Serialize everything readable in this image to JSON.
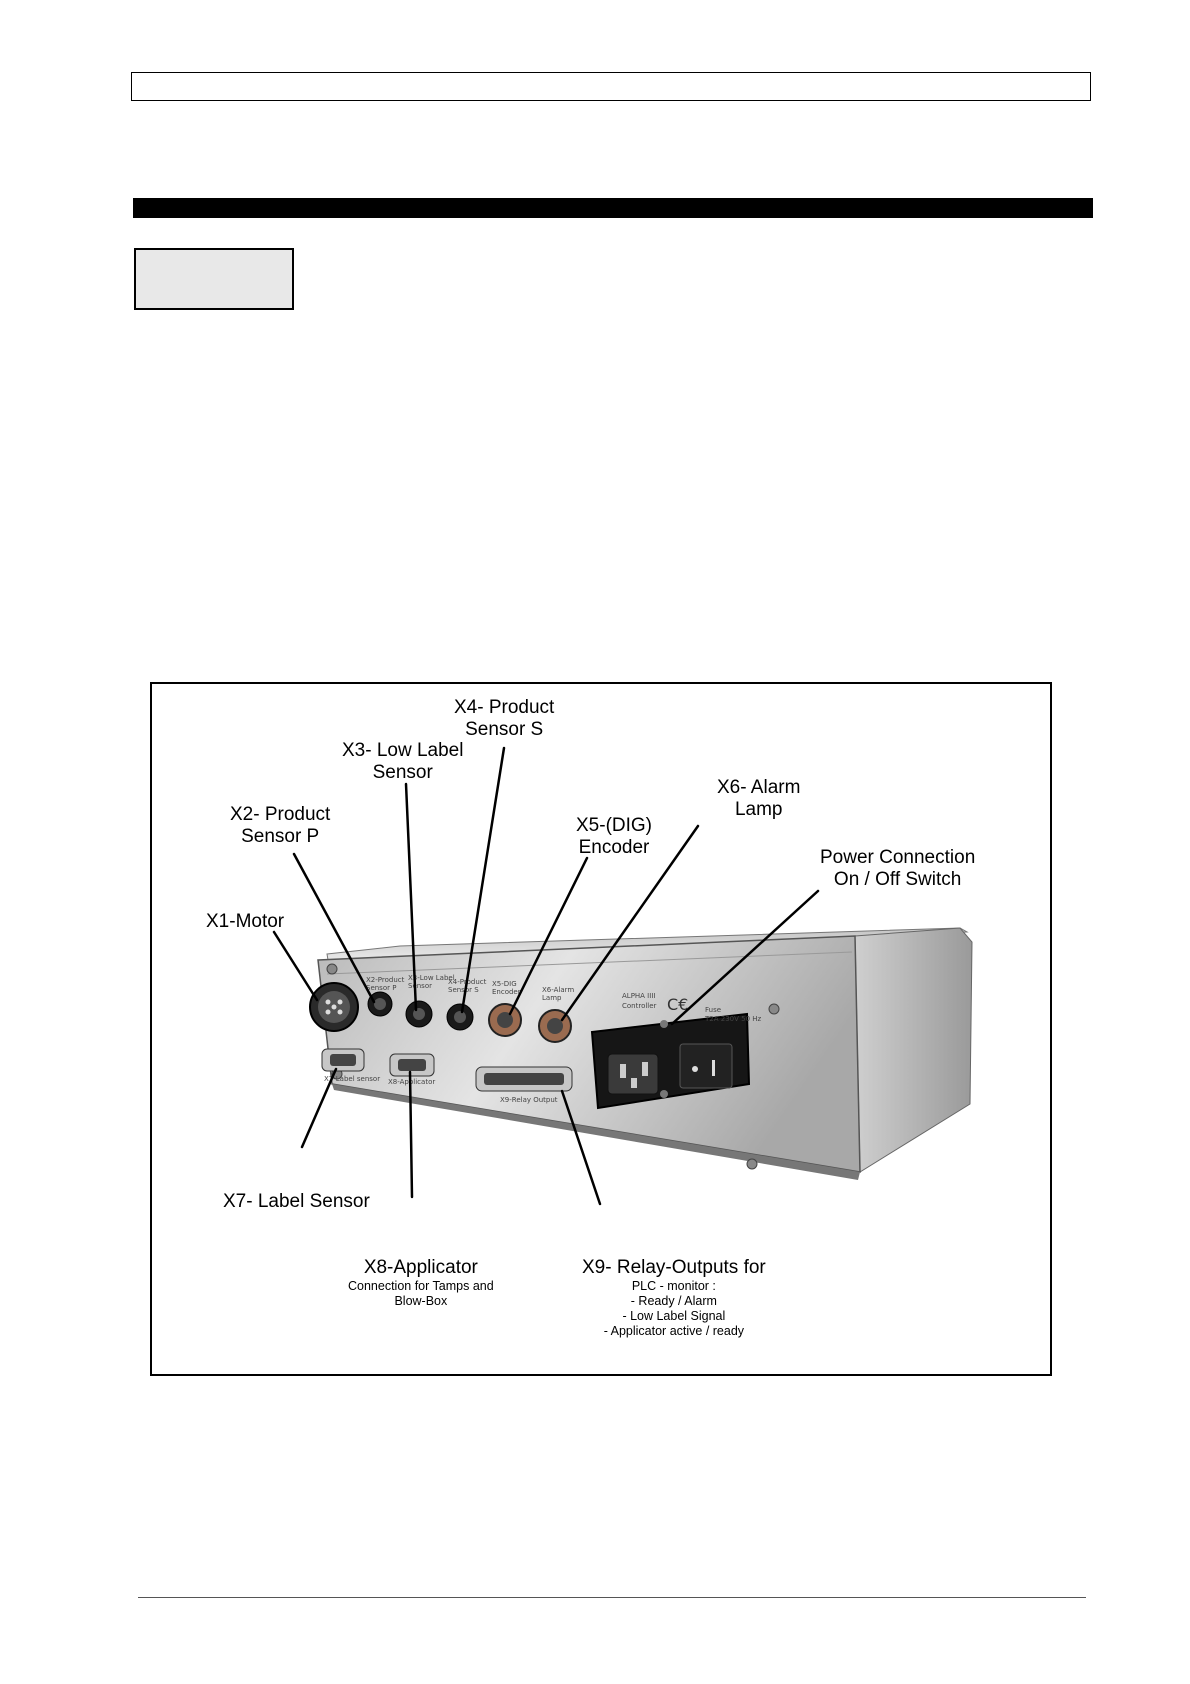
{
  "figure": {
    "labels": {
      "x4": [
        "X4- Product",
        "Sensor S"
      ],
      "x3": [
        "X3- Low Label",
        "Sensor"
      ],
      "x6": [
        "X6- Alarm",
        "Lamp"
      ],
      "x2": [
        "X2- Product",
        "Sensor P"
      ],
      "x5": [
        "X5-(DIG)",
        "Encoder"
      ],
      "power": [
        "Power Connection",
        "On / Off Switch"
      ],
      "x1": "X1-Motor",
      "x7": "X7- Label Sensor",
      "x8_title": "X8-Applicator",
      "x8_desc": [
        "Connection for Tamps and",
        "Blow-Box"
      ],
      "x9_title": "X9- Relay-Outputs for",
      "x9_desc": [
        "PLC - monitor :",
        "- Ready / Alarm",
        "- Low Label Signal",
        "- Applicator active / ready"
      ]
    },
    "panel_text": {
      "x2": [
        "X2-Product",
        "Sensor P"
      ],
      "x3": [
        "X3-Low Label",
        "Sensor"
      ],
      "x4": [
        "X4-Product",
        "Sensor S"
      ],
      "x5": [
        "X5-DIG",
        "Encoder"
      ],
      "x6": [
        "X6-Alarm",
        "Lamp"
      ],
      "brand": [
        "ALPHA IIII",
        "Controller"
      ],
      "rating": [
        "Fuse",
        "T2A 230V 50 Hz"
      ],
      "x7": "X7-Label sensor",
      "x8": "X8-Applicator",
      "x9": "X9-Relay Output"
    },
    "colors": {
      "metal_light": "#d9d9d9",
      "metal_dark": "#8a8a8a",
      "socket_black": "#1a1a1a"
    }
  }
}
